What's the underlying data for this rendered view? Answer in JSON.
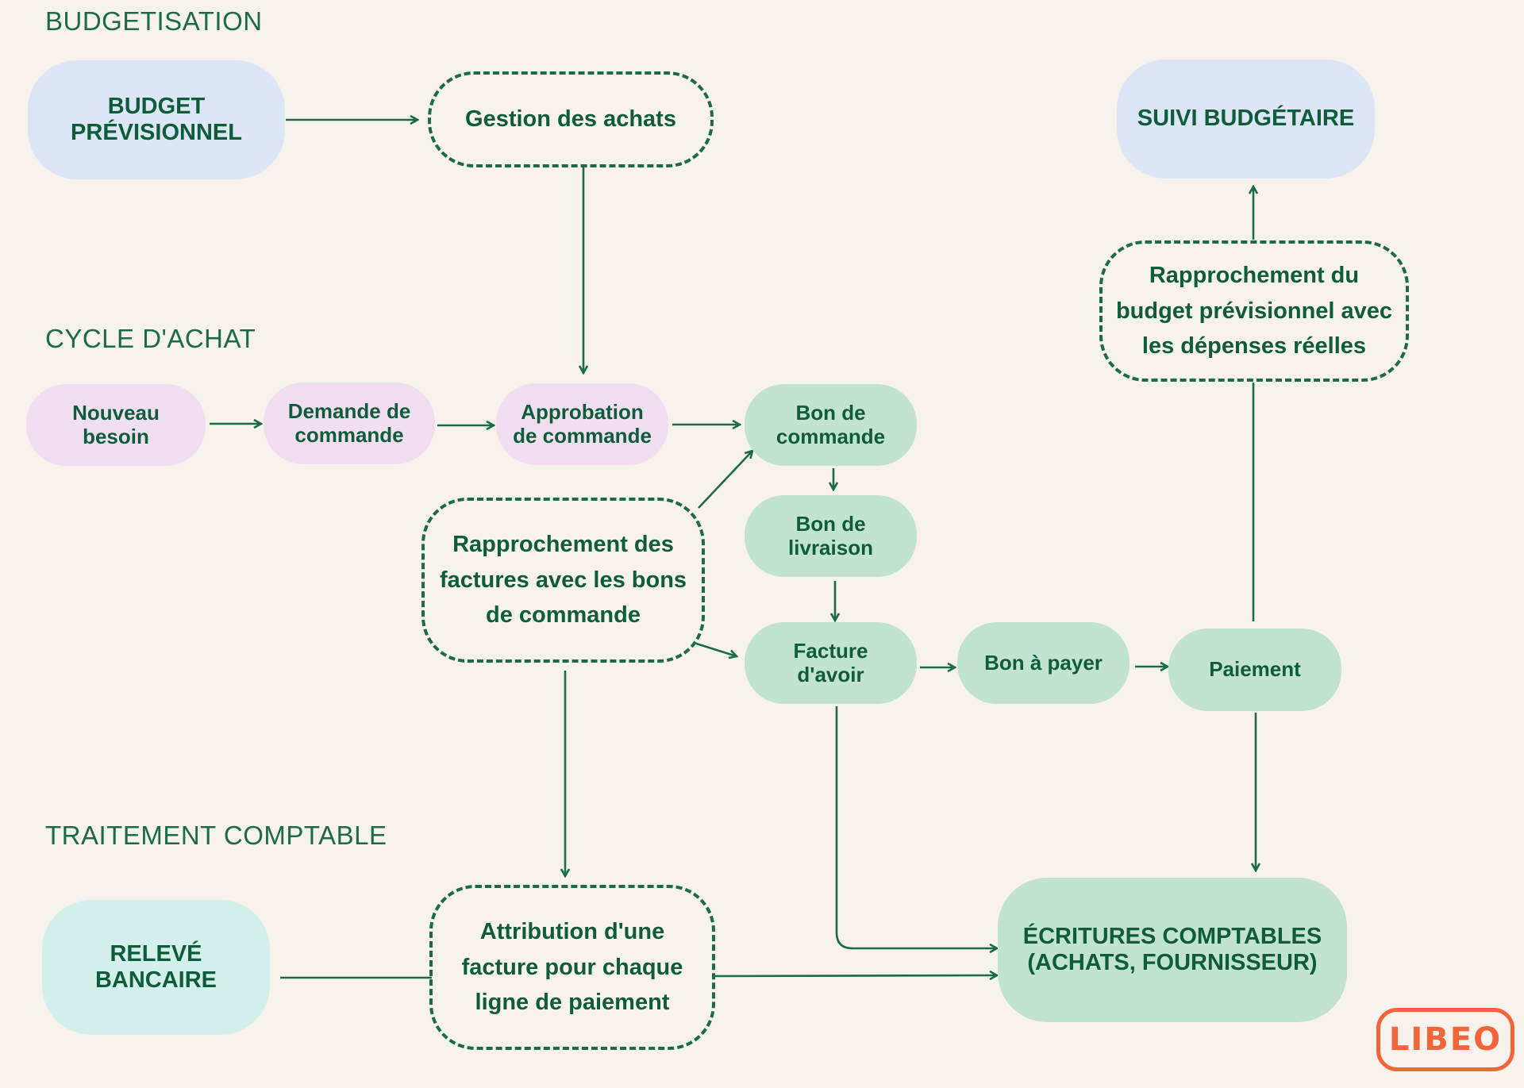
{
  "sections": {
    "budgetisation": "BUDGETISATION",
    "cycle_achat": "CYCLE D'ACHAT",
    "traitement": "TRAITEMENT COMPTABLE"
  },
  "nodes": {
    "budget_previsionnel": "BUDGET\nPRÉVISIONNEL",
    "gestion_achats": "Gestion des achats",
    "suivi_budgetaire": "SUIVI BUDGÉTAIRE",
    "rapprochement_budget": "Rapprochement du\nbudget prévisionnel avec\nles dépenses réelles",
    "nouveau_besoin": "Nouveau\nbesoin",
    "demande_commande": "Demande de\ncommande",
    "approbation_commande": "Approbation\nde commande",
    "bon_commande": "Bon de\ncommande",
    "bon_livraison": "Bon de\nlivraison",
    "rapprochement_factures": "Rapprochement des\nfactures avec les bons\nde commande",
    "facture_avoir": "Facture\nd'avoir",
    "bon_a_payer": "Bon à payer",
    "paiement": "Paiement",
    "releve_bancaire": "RELEVÉ\nBANCAIRE",
    "attribution_facture": "Attribution d'une\nfacture pour chaque\nligne de paiement",
    "ecritures_comptables": "ÉCRITURES COMPTABLES\n(ACHATS, FOURNISSEUR)"
  },
  "logo": "LIBEO",
  "colors": {
    "background": "#f7f3ec",
    "accent": "#1c6b45",
    "blue": "#dce6f7",
    "pink": "#f1dff1",
    "green": "#c2e3d1",
    "cyan": "#d4f0ec",
    "logo": "#f2643a"
  }
}
